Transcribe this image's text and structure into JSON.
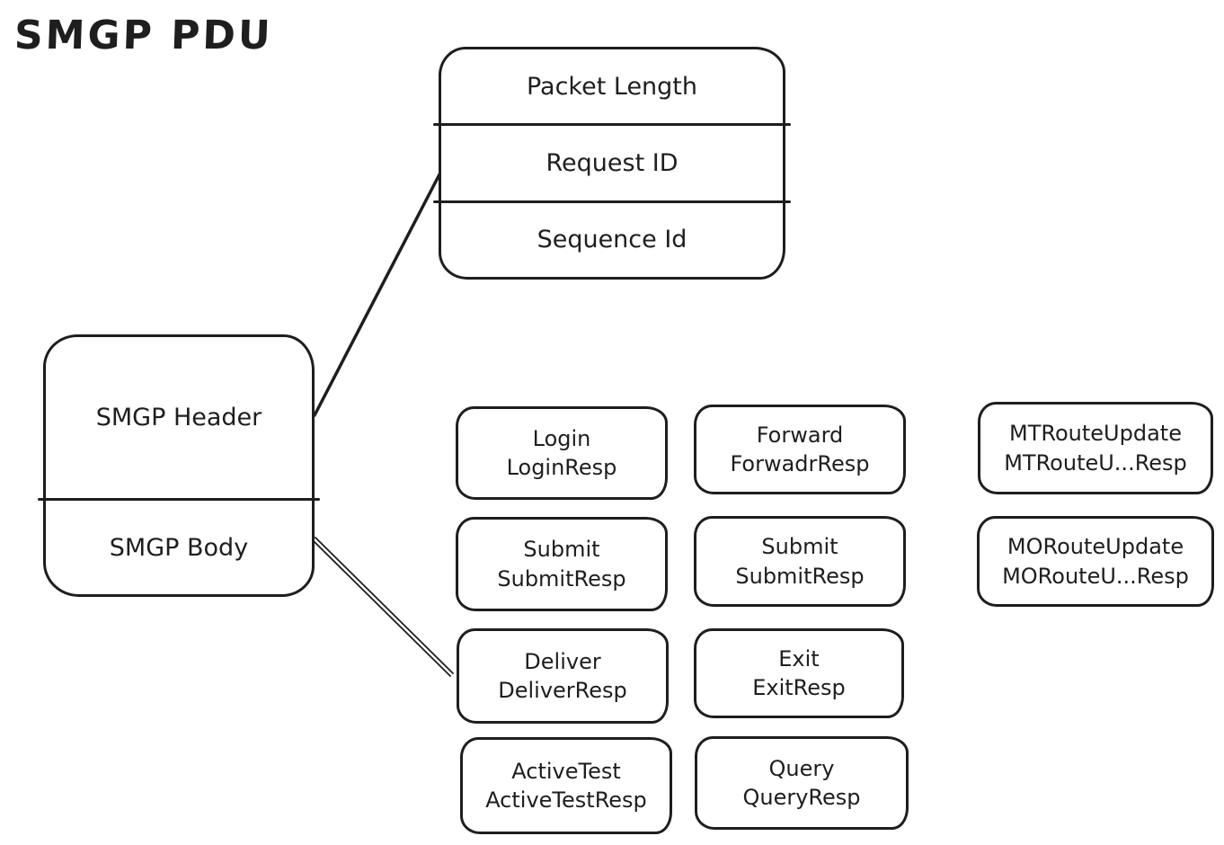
{
  "title": "SMGP PDU",
  "colors": {
    "stroke": "#1e1e1e",
    "background": "#ffffff"
  },
  "header_fields_box": {
    "rows": [
      "Packet Length",
      "Request ID",
      "Sequence Id"
    ]
  },
  "pdu_box": {
    "header_label": "SMGP Header",
    "body_label": "SMGP Body"
  },
  "message_boxes": [
    {
      "id": "login",
      "request": "Login",
      "response": "LoginResp"
    },
    {
      "id": "forward",
      "request": "Forward",
      "response": "ForwadrResp"
    },
    {
      "id": "mtroute",
      "request": "MTRouteUpdate",
      "response": "MTRouteU...Resp"
    },
    {
      "id": "submit-1",
      "request": "Submit",
      "response": "SubmitResp"
    },
    {
      "id": "submit-2",
      "request": "Submit",
      "response": "SubmitResp"
    },
    {
      "id": "moroute",
      "request": "MORouteUpdate",
      "response": "MORouteU...Resp"
    },
    {
      "id": "deliver",
      "request": "Deliver",
      "response": "DeliverResp"
    },
    {
      "id": "exit",
      "request": "Exit",
      "response": "ExitResp"
    },
    {
      "id": "activetest",
      "request": "ActiveTest",
      "response": "ActiveTestResp"
    },
    {
      "id": "query",
      "request": "Query",
      "response": "QueryResp"
    }
  ],
  "connections": [
    {
      "from": "SMGP Header",
      "to": "Packet Length / Request ID / Sequence Id box"
    },
    {
      "from": "SMGP Body",
      "to": "Deliver / DeliverResp box"
    }
  ]
}
